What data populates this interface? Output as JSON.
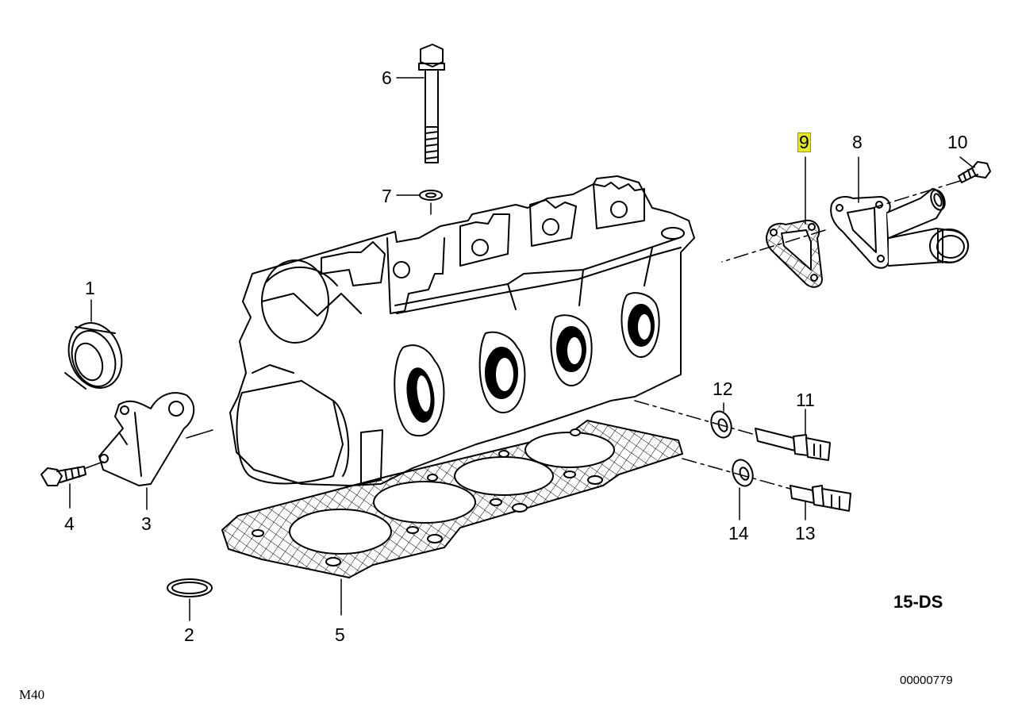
{
  "callouts": {
    "n1": "1",
    "n2": "2",
    "n3": "3",
    "n4": "4",
    "n5": "5",
    "n6": "6",
    "n7": "7",
    "n8": "8",
    "n9": "9",
    "n10": "10",
    "n11": "11",
    "n12": "12",
    "n13": "13",
    "n14": "14"
  },
  "highlighted_part": "9",
  "highlight_color": "#e5e52a",
  "diagram_code": "15-DS",
  "reference_number": "00000779",
  "engine_model": "M40"
}
